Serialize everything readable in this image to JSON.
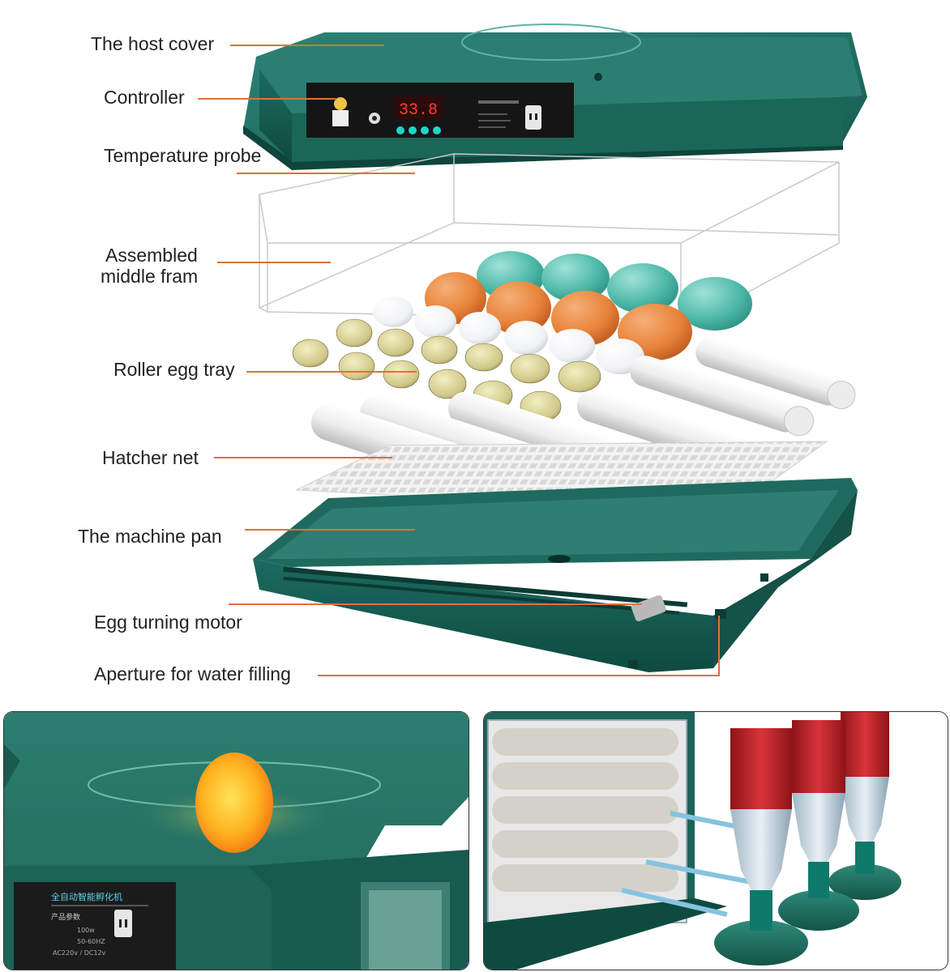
{
  "labels": {
    "host_cover": "The host cover",
    "controller": "Controller",
    "temperature_probe": "Temperature probe",
    "middle_frame_line1": "Assembled",
    "middle_frame_line2": "middle fram",
    "roller_egg_tray": "Roller egg tray",
    "hatcher_net": "Hatcher net",
    "machine_pan": "The machine pan",
    "egg_turning_motor": "Egg turning motor",
    "water_aperture": "Aperture for water filling"
  },
  "colors": {
    "body_green": "#1f6a5e",
    "dark_green": "#0f4a40",
    "leader_orange": "#e0703a",
    "teal_egg": "#4fb9a9",
    "orange_egg": "#e8833a",
    "panel_black": "#1b1b1b",
    "display_red": "#ff3b30",
    "button_teal": "#1fd4c9",
    "bottle_red": "#c8252b"
  },
  "controller_panel": {
    "display": "33.8"
  },
  "left_panel": {
    "plate_title": "全自动智能孵化机",
    "plate_params": "产品参数",
    "plate_power": "100w",
    "plate_freq": "50-60HZ",
    "plate_voltage": "AC220v / DC12v"
  },
  "icons": [
    "egg-candling-icon",
    "power-socket-icon",
    "water-bottle-icon"
  ]
}
